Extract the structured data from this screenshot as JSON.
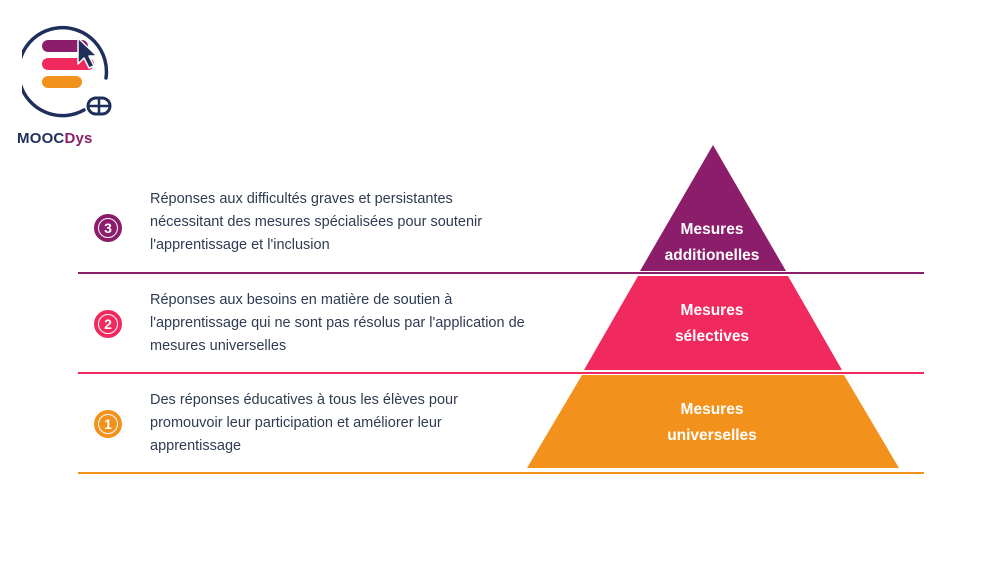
{
  "brand": {
    "name_part1": "MOOC",
    "name_part2": "Dys"
  },
  "colors": {
    "purple": "#8c1d6b",
    "pink": "#f0295e",
    "orange": "#f2921d",
    "navy": "#1f2f5c",
    "text": "#2f3b52"
  },
  "rows": [
    {
      "number": "3",
      "text": "Réponses aux difficultés graves et persistantes nécessitant des mesures spécialisées pour soutenir l'apprentissage et l'inclusion",
      "tier_line1": "Mesures",
      "tier_line2": "additionelles"
    },
    {
      "number": "2",
      "text": "Réponses aux besoins en matière de soutien à l'apprentissage qui ne sont pas résolus par l'application de mesures universelles",
      "tier_line1": "Mesures",
      "tier_line2": "sélectives"
    },
    {
      "number": "1",
      "text": "Des réponses éducatives à tous les élèves pour promouvoir leur participation et améliorer leur apprentissage",
      "tier_line1": "Mesures",
      "tier_line2": "universelles"
    }
  ]
}
